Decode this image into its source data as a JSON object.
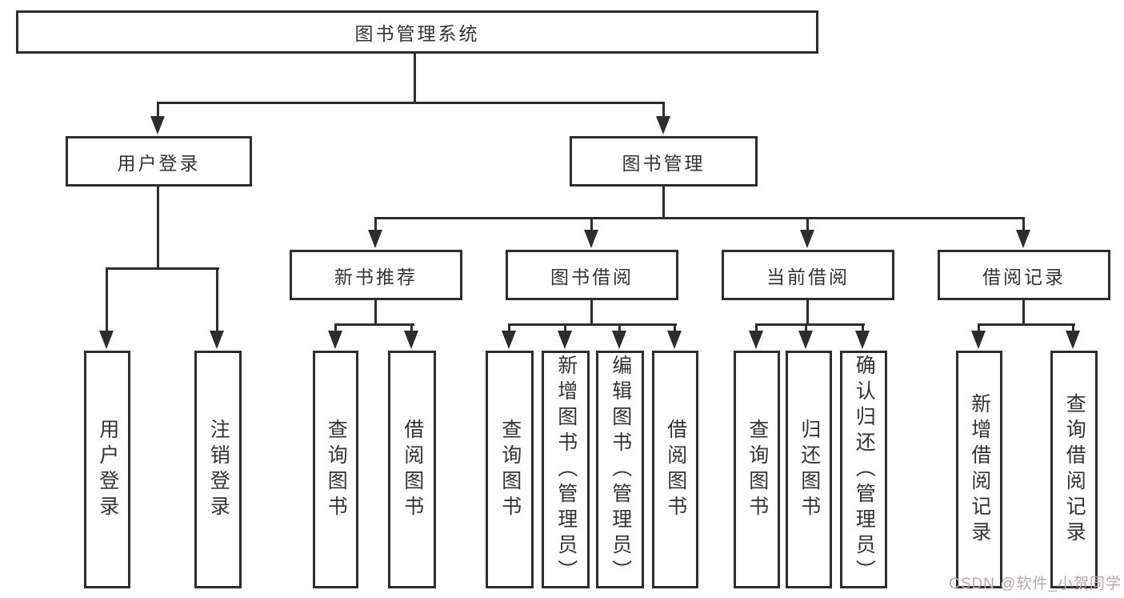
{
  "tree": {
    "root": {
      "label": "图书管理系统"
    },
    "branches": [
      {
        "label": "用户登录",
        "children": [
          {
            "label": "用户登录"
          },
          {
            "label": "注销登录"
          }
        ]
      },
      {
        "label": "图书管理",
        "groups": [
          {
            "label": "新书推荐",
            "children": [
              {
                "label": "查询图书"
              },
              {
                "label": "借阅图书"
              }
            ]
          },
          {
            "label": "图书借阅",
            "children": [
              {
                "label": "查询图书"
              },
              {
                "label": "新增图书（管理员）"
              },
              {
                "label": "编辑图书（管理员）"
              },
              {
                "label": "借阅图书"
              }
            ]
          },
          {
            "label": "当前借阅",
            "children": [
              {
                "label": "查询图书"
              },
              {
                "label": "归还图书"
              },
              {
                "label": "确认归还（管理员）"
              }
            ]
          },
          {
            "label": "借阅记录",
            "children": [
              {
                "label": "新增借阅记录"
              },
              {
                "label": "查询借阅记录"
              }
            ]
          }
        ]
      }
    ]
  },
  "watermark": "CSDN @软件_小贺同学",
  "colors": {
    "line": "#2d2d2d",
    "border": "#2d2d2d",
    "text": "#333333",
    "background": "#ffffff",
    "watermark": "#b6a8a8"
  }
}
